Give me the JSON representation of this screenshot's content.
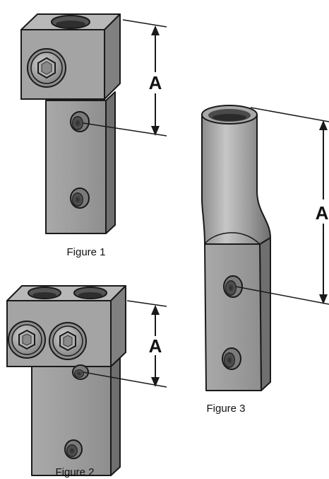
{
  "figures": [
    {
      "caption": "Figure 1",
      "dimension": "A"
    },
    {
      "caption": "Figure 2",
      "dimension": "A"
    },
    {
      "caption": "Figure 3",
      "dimension": "A"
    }
  ],
  "colors": {
    "metal_light": "#b4b4b4",
    "metal_mid": "#9a9a9a",
    "metal_dark": "#7d7d7d",
    "outline": "#1a1a1a",
    "hole": "#3c3c3c"
  }
}
